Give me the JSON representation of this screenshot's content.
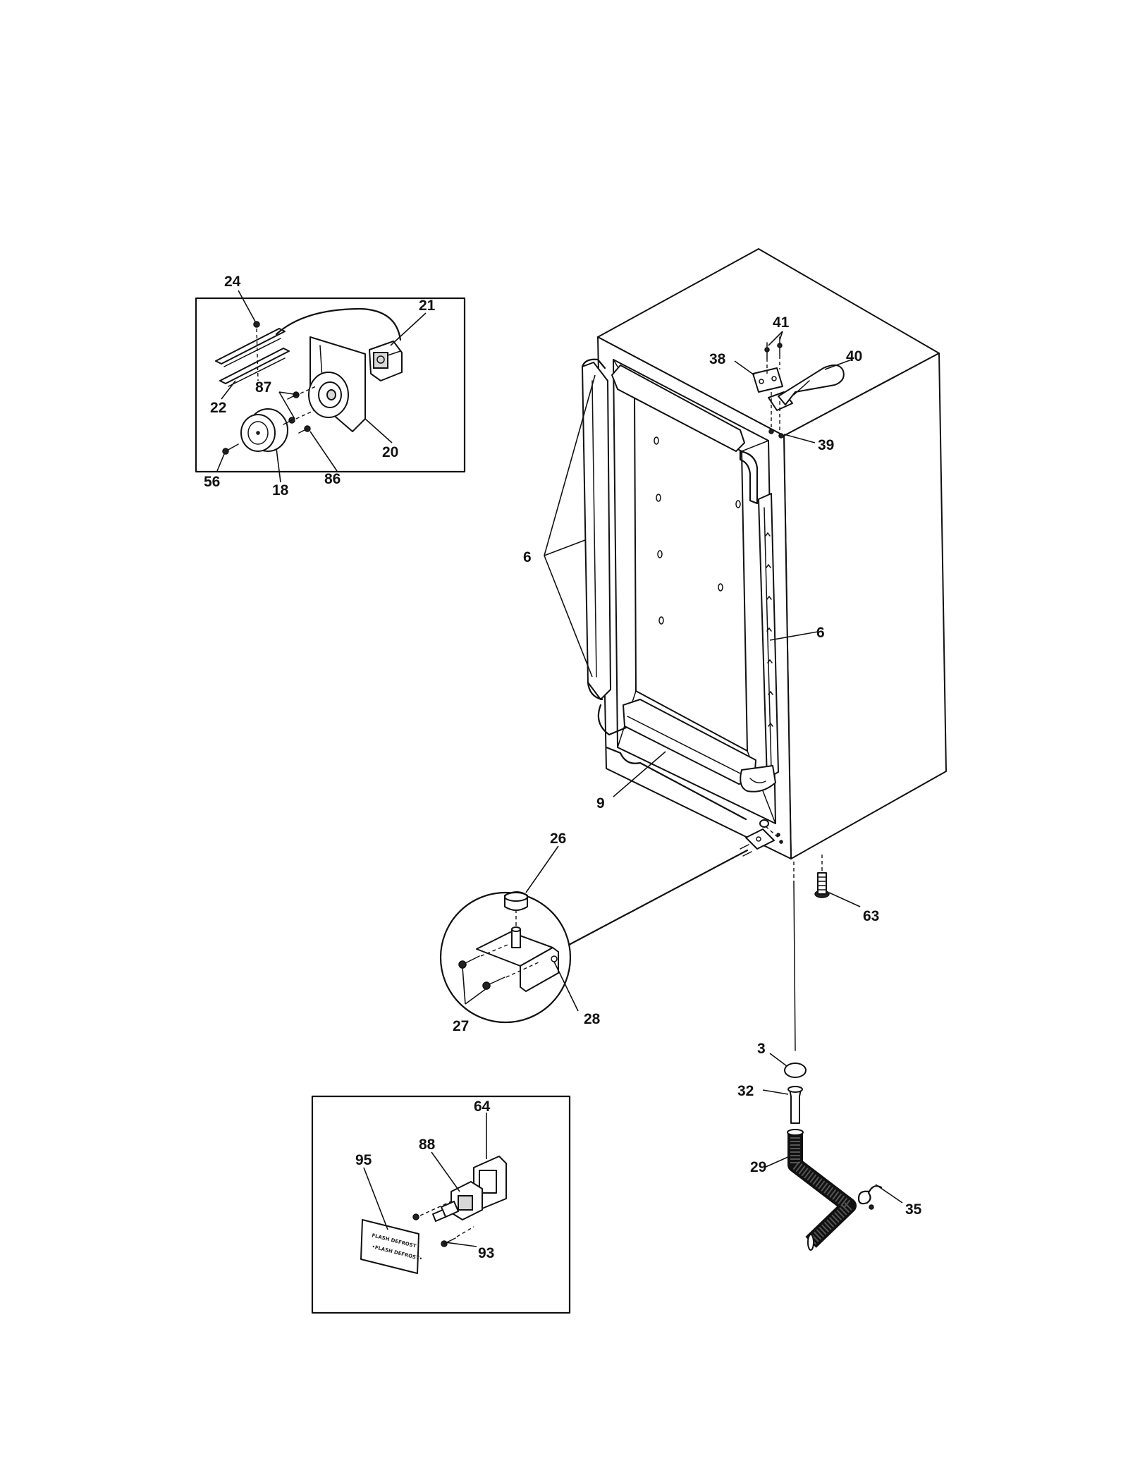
{
  "callouts": {
    "c24": "24",
    "c21": "21",
    "c87": "87",
    "c22": "22",
    "c20": "20",
    "c56": "56",
    "c18": "18",
    "c86": "86",
    "c41": "41",
    "c38": "38",
    "c40": "40",
    "c39": "39",
    "c6a": "6",
    "c6b": "6",
    "c9": "9",
    "c26": "26",
    "c28": "28",
    "c27": "27",
    "c63": "63",
    "c3": "3",
    "c32": "32",
    "c29": "29",
    "c35": "35",
    "c64": "64",
    "c88": "88",
    "c95": "95",
    "c93": "93"
  },
  "label_plate": {
    "line1": "FLASH DEFROST",
    "line2": "•FLASH DEFROST•"
  }
}
